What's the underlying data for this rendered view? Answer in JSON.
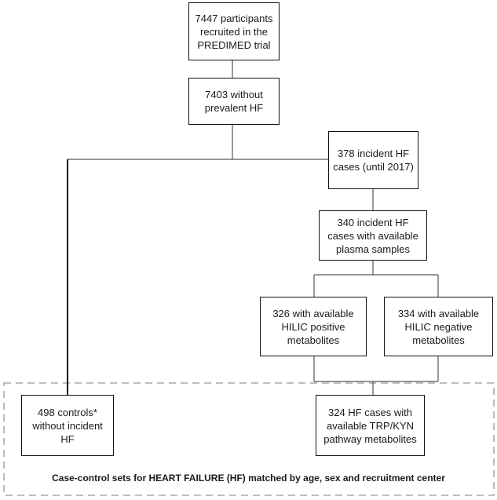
{
  "nodes": {
    "recruited": "7447 participants\nrecruited in the\nPREDIMED trial",
    "without_prevalent": "7403 without\nprevalent HF",
    "incident_cases": "378 incident HF\ncases (until 2017)",
    "plasma_samples": "340 incident HF\ncases with available\nplasma samples",
    "hilic_positive": "326 with available\nHILIC positive\nmetabolites",
    "hilic_negative": "334 with available\nHILIC negative\nmetabolites",
    "controls": "498 controls*\nwithout incident\nHF",
    "hf_cases": "324 HF cases with\navailable TRP/KYN\npathway metabolites"
  },
  "caption": "Case-control sets for HEART FAILURE (HF) matched by age, sex and recruitment center"
}
